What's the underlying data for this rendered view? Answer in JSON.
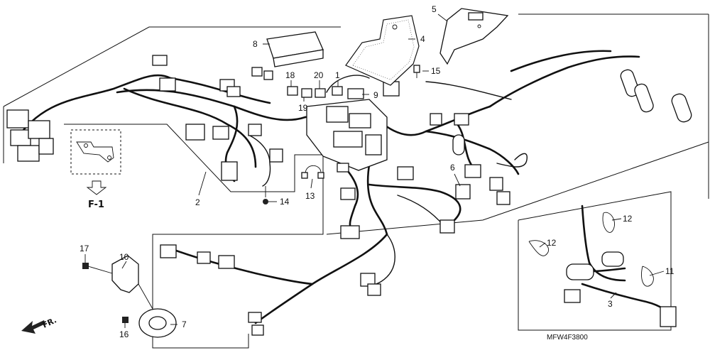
{
  "diagram": {
    "drawing_code": "MFW4F3800",
    "fig_ref": "F-1",
    "direction_label": "FR.",
    "callouts": {
      "n1": "1",
      "n2": "2",
      "n3": "3",
      "n4": "4",
      "n5": "5",
      "n6": "6",
      "n7": "7",
      "n8": "8",
      "n9": "9",
      "n10": "10",
      "n11": "11",
      "n12a": "12",
      "n12b": "12",
      "n13": "13",
      "n14": "14",
      "n15": "15",
      "n16": "16",
      "n17": "17",
      "n18": "18",
      "n19": "19",
      "n20": "20"
    }
  }
}
